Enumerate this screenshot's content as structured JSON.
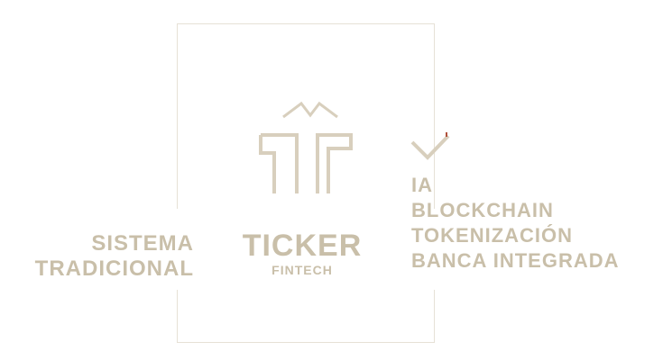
{
  "left": {
    "line1": "SISTEMA",
    "line2": "TRADICIONAL"
  },
  "center": {
    "title": "TICKER",
    "subtitle": "FINTECH"
  },
  "right": {
    "items": [
      "IA",
      "BLOCKCHAIN",
      "TOKENIZACIÓN",
      "BANCA INTEGRADA"
    ]
  },
  "colors": {
    "text": "#f8f6f0",
    "accent": "#b0503a"
  }
}
